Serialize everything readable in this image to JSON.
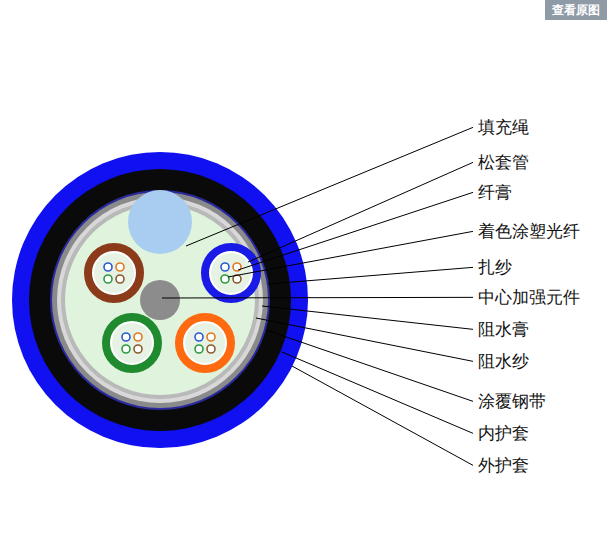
{
  "diagram": {
    "nodes": [
      {
        "text": [
          "查看原图"
        ]
      }
    ],
    "labels": [
      "填充绳",
      "松套管",
      "纤膏",
      "着色涂塑光纤",
      "扎纱",
      "中心加强元件",
      "阻水膏",
      "阻水纱",
      "涂覆钢带",
      "内护套",
      "外护套"
    ]
  }
}
